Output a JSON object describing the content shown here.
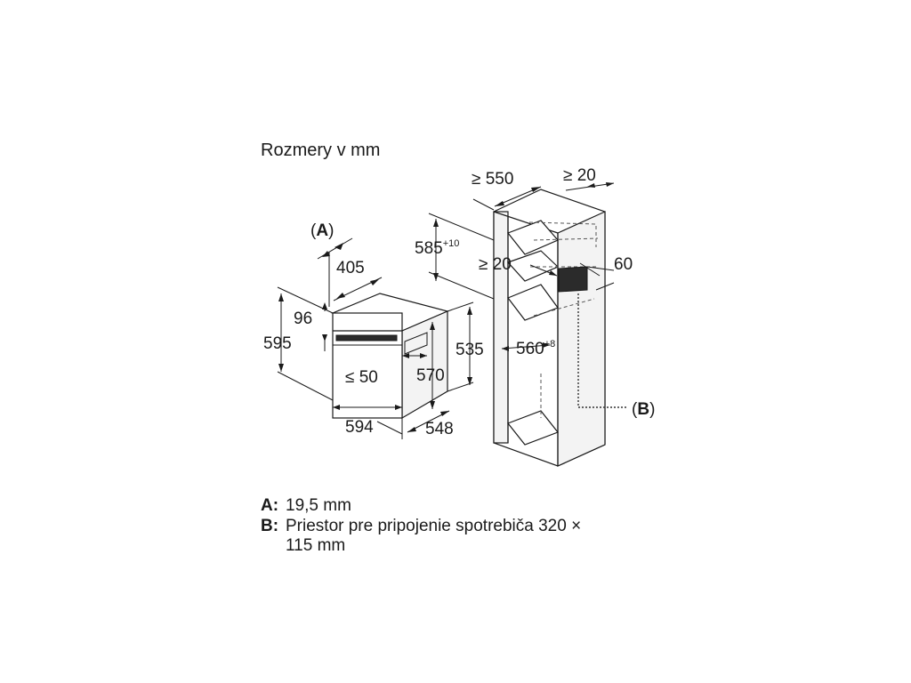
{
  "title": "Rozmery v mm",
  "labels": {
    "A": "A",
    "B": "B",
    "d405": "405",
    "d96": "96",
    "d595": "595",
    "d50": "≤ 50",
    "d570": "570",
    "d535": "535",
    "d594": "594",
    "d548": "548",
    "d550": "≥ 550",
    "d20top": "≥ 20",
    "d585": "585",
    "d585sup": "+10",
    "d20mid": "≥ 20",
    "d60": "60",
    "d560": "560",
    "d560sup": "+8"
  },
  "legend": {
    "a_key": "A:",
    "a_text": "19,5 mm",
    "b_key": "B:",
    "b_text_line1": "Priestor pre pripojenie spotrebiča 320 ×",
    "b_text_line2": "115 mm"
  }
}
